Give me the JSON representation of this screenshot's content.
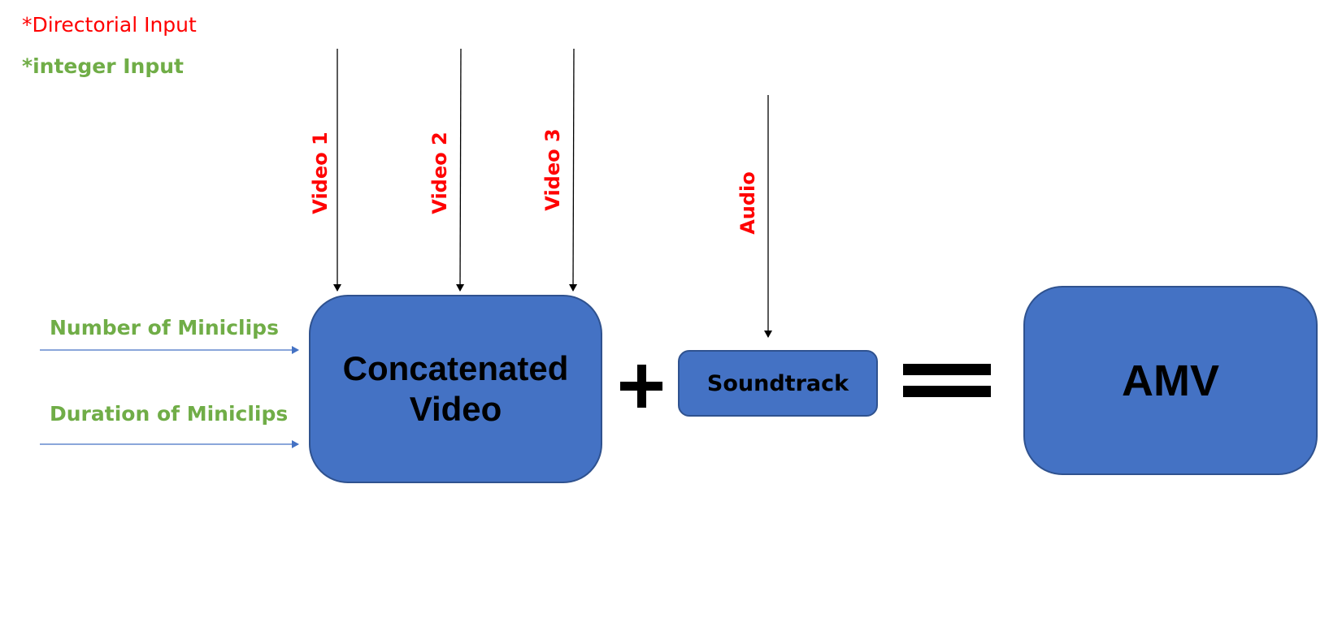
{
  "legend": {
    "directorial": "*Directorial Input",
    "integer": "*integer Input"
  },
  "inputs": {
    "video1": "Video 1",
    "video2": "Video 2",
    "video3": "Video 3",
    "audio": "Audio",
    "number_of_miniclips": "Number of Miniclips",
    "duration_of_miniclips": "Duration of Miniclips"
  },
  "nodes": {
    "concatenated_line1": "Concatenated",
    "concatenated_line2": "Video",
    "soundtrack": "Soundtrack",
    "amv": "AMV"
  },
  "colors": {
    "directorial": "#ff0000",
    "integer": "#70ad47",
    "box_fill": "#4472c4",
    "box_border": "#2f528f",
    "arrow_black": "#000000",
    "arrow_blue": "#4472c4"
  }
}
